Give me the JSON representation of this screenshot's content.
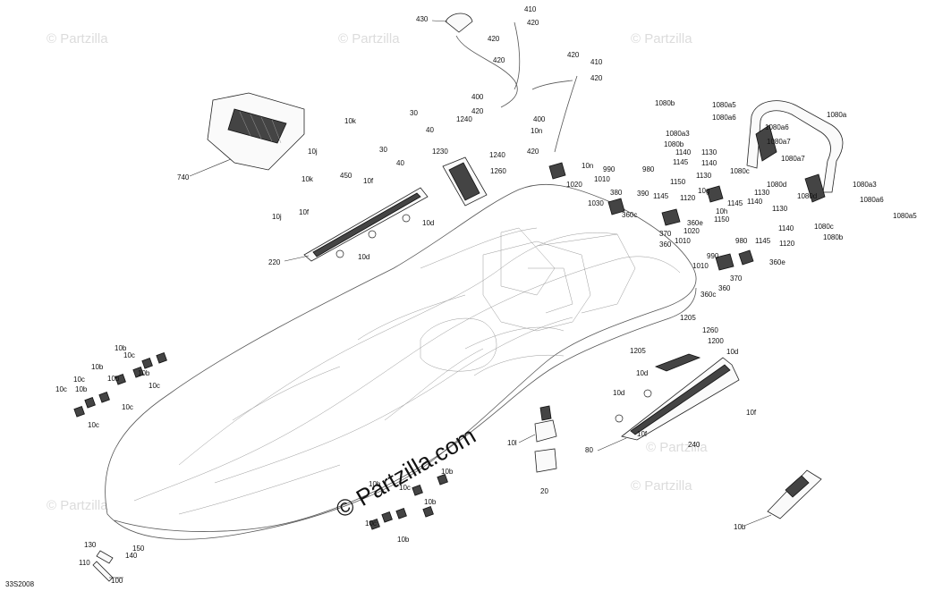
{
  "diagram": {
    "reference_code": "33S2008",
    "watermark_text": "© Partzilla.com",
    "watermark_small": "© Partzilla"
  },
  "callouts": [
    {
      "id": "c430",
      "label": "430"
    },
    {
      "id": "c410a",
      "label": "410"
    },
    {
      "id": "c420a",
      "label": "420"
    },
    {
      "id": "c420b",
      "label": "420"
    },
    {
      "id": "c420c",
      "label": "420"
    },
    {
      "id": "c400a",
      "label": "400"
    },
    {
      "id": "c420d",
      "label": "420"
    },
    {
      "id": "c420e",
      "label": "420"
    },
    {
      "id": "c410b",
      "label": "410"
    },
    {
      "id": "c420f",
      "label": "420"
    },
    {
      "id": "c400b",
      "label": "400"
    },
    {
      "id": "c420g",
      "label": "420"
    },
    {
      "id": "c30a",
      "label": "30"
    },
    {
      "id": "c40a",
      "label": "40"
    },
    {
      "id": "c1240a",
      "label": "1240"
    },
    {
      "id": "c10na",
      "label": "10n"
    },
    {
      "id": "c1240b",
      "label": "1240"
    },
    {
      "id": "c1260a",
      "label": "1260"
    },
    {
      "id": "c10k1",
      "label": "10k"
    },
    {
      "id": "c10j1",
      "label": "10j"
    },
    {
      "id": "c30b",
      "label": "30"
    },
    {
      "id": "c40b",
      "label": "40"
    },
    {
      "id": "c450",
      "label": "450"
    },
    {
      "id": "c1230",
      "label": "1230"
    },
    {
      "id": "c740",
      "label": "740"
    },
    {
      "id": "c10k2",
      "label": "10k"
    },
    {
      "id": "c10f1",
      "label": "10f"
    },
    {
      "id": "c10j2",
      "label": "10j"
    },
    {
      "id": "c10f2",
      "label": "10f"
    },
    {
      "id": "c10d1",
      "label": "10d"
    },
    {
      "id": "c10d2",
      "label": "10d"
    },
    {
      "id": "c220",
      "label": "220"
    },
    {
      "id": "c10nb",
      "label": "10n"
    },
    {
      "id": "c990a",
      "label": "990"
    },
    {
      "id": "c1010a",
      "label": "1010"
    },
    {
      "id": "c380",
      "label": "380"
    },
    {
      "id": "c1020a",
      "label": "1020"
    },
    {
      "id": "c980a",
      "label": "980"
    },
    {
      "id": "c390",
      "label": "390"
    },
    {
      "id": "c1030",
      "label": "1030"
    },
    {
      "id": "c360ca",
      "label": "360c"
    },
    {
      "id": "c1080b1",
      "label": "1080b"
    },
    {
      "id": "c1080a5a",
      "label": "1080a5"
    },
    {
      "id": "c1080a",
      "label": "1080a"
    },
    {
      "id": "c1080a6a",
      "label": "1080a6"
    },
    {
      "id": "c1080a3a",
      "label": "1080a3"
    },
    {
      "id": "c1080a6b",
      "label": "1080a6"
    },
    {
      "id": "c1080b2",
      "label": "1080b"
    },
    {
      "id": "c1080a7a",
      "label": "1080a7"
    },
    {
      "id": "c1140a",
      "label": "1140"
    },
    {
      "id": "c1130a",
      "label": "1130"
    },
    {
      "id": "c1145a",
      "label": "1145"
    },
    {
      "id": "c1140b",
      "label": "1140"
    },
    {
      "id": "c1080ca",
      "label": "1080c"
    },
    {
      "id": "c1080a7b",
      "label": "1080a7"
    },
    {
      "id": "c1130b",
      "label": "1130"
    },
    {
      "id": "c1150a",
      "label": "1150"
    },
    {
      "id": "c10g",
      "label": "10g"
    },
    {
      "id": "c1080d1",
      "label": "1080d"
    },
    {
      "id": "c1080a3b",
      "label": "1080a3"
    },
    {
      "id": "c1145b",
      "label": "1145"
    },
    {
      "id": "c1120a",
      "label": "1120"
    },
    {
      "id": "c1130c",
      "label": "1130"
    },
    {
      "id": "c1140c",
      "label": "1140"
    },
    {
      "id": "c1080d2",
      "label": "1080d"
    },
    {
      "id": "c1080a6c",
      "label": "1080a6"
    },
    {
      "id": "c10h",
      "label": "10h"
    },
    {
      "id": "c1130d",
      "label": "1130"
    },
    {
      "id": "c1145c",
      "label": "1145"
    },
    {
      "id": "c1140d",
      "label": "1140"
    },
    {
      "id": "c1080a5b",
      "label": "1080a5"
    },
    {
      "id": "c1080cb",
      "label": "1080c"
    },
    {
      "id": "c1080b3",
      "label": "1080b"
    },
    {
      "id": "c360e1",
      "label": "360e"
    },
    {
      "id": "c1150b",
      "label": "1150"
    },
    {
      "id": "c1020b",
      "label": "1020"
    },
    {
      "id": "c370a",
      "label": "370"
    },
    {
      "id": "c1010b",
      "label": "1010"
    },
    {
      "id": "c980b",
      "label": "980"
    },
    {
      "id": "c1145d",
      "label": "1145"
    },
    {
      "id": "c1120b",
      "label": "1120"
    },
    {
      "id": "c360a",
      "label": "360"
    },
    {
      "id": "c990b",
      "label": "990"
    },
    {
      "id": "c360e2",
      "label": "360e"
    },
    {
      "id": "c1010c",
      "label": "1010"
    },
    {
      "id": "c370b",
      "label": "370"
    },
    {
      "id": "c360b",
      "label": "360"
    },
    {
      "id": "c360cb",
      "label": "360c"
    },
    {
      "id": "c1205a",
      "label": "1205"
    },
    {
      "id": "c1260b",
      "label": "1260"
    },
    {
      "id": "c1205b",
      "label": "1205"
    },
    {
      "id": "c1200",
      "label": "1200"
    },
    {
      "id": "c10d3",
      "label": "10d"
    },
    {
      "id": "c10d4",
      "label": "10d"
    },
    {
      "id": "c10d5",
      "label": "10d"
    },
    {
      "id": "c10f3",
      "label": "10f"
    },
    {
      "id": "c10f4",
      "label": "10f"
    },
    {
      "id": "c240",
      "label": "240"
    },
    {
      "id": "c80",
      "label": "80"
    },
    {
      "id": "c10l",
      "label": "10l"
    },
    {
      "id": "c20",
      "label": "20"
    },
    {
      "id": "c10b1",
      "label": "10b"
    },
    {
      "id": "c10b2",
      "label": "10b"
    },
    {
      "id": "c10c1",
      "label": "10c"
    },
    {
      "id": "c10b3",
      "label": "10b"
    },
    {
      "id": "c10b4",
      "label": "10b"
    },
    {
      "id": "c10c2",
      "label": "10c"
    },
    {
      "id": "c10c3",
      "label": "10c"
    },
    {
      "id": "c10b5",
      "label": "10b"
    },
    {
      "id": "c10c4",
      "label": "10c"
    },
    {
      "id": "c10b6",
      "label": "10b"
    },
    {
      "id": "c10c5",
      "label": "10c"
    },
    {
      "id": "c10c6",
      "label": "10c"
    },
    {
      "id": "c10b7",
      "label": "10b"
    },
    {
      "id": "c10c7",
      "label": "10c"
    },
    {
      "id": "c10b8",
      "label": "10b"
    },
    {
      "id": "c10b9",
      "label": "10b"
    },
    {
      "id": "c10c8",
      "label": "10c"
    },
    {
      "id": "c10b10",
      "label": "10b"
    },
    {
      "id": "c130",
      "label": "130"
    },
    {
      "id": "c150",
      "label": "150"
    },
    {
      "id": "c140",
      "label": "140"
    },
    {
      "id": "c110",
      "label": "110"
    },
    {
      "id": "c100",
      "label": "100"
    }
  ]
}
